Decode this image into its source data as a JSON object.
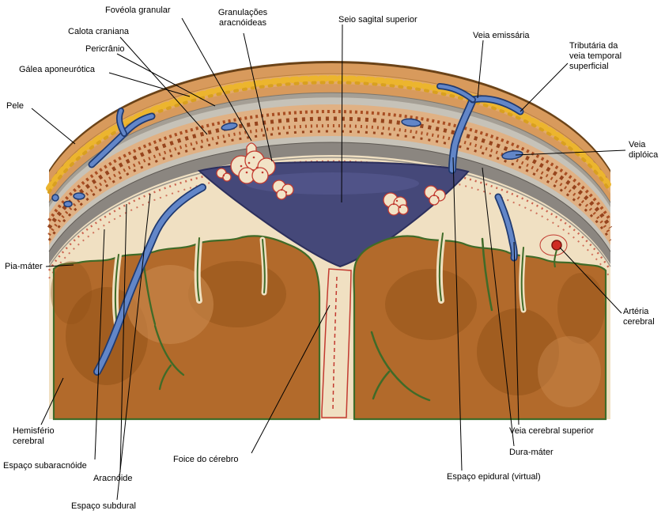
{
  "figure": {
    "description_visible": false
  },
  "palette": {
    "skin_tan": "#d89a5c",
    "fat_yellow": "#ecb52e",
    "bone_gray": "#c6c2b8",
    "diploe_tan": "#e0b184",
    "dura_gray": "#8b8680",
    "sinus_blue": "#454879",
    "vein_blue": "#6286c8",
    "vein_outline": "#1f3a70",
    "csf_cream": "#f0e0c2",
    "brain_brown": "#b26a2b",
    "pia_green": "#3f6b28",
    "vessel_red": "#c23a30",
    "artery_red": "#cf2b24",
    "label_color": "#000000"
  },
  "labels": [
    {
      "id": "foveola-granular",
      "text": "Fovéola granular"
    },
    {
      "id": "calota-craniana",
      "text": "Calota craniana"
    },
    {
      "id": "pericranio",
      "text": "Pericrânio"
    },
    {
      "id": "galea-aponeurotica",
      "text": "Gálea aponeurótica"
    },
    {
      "id": "pele",
      "text": "Pele"
    },
    {
      "id": "granulacoes-aracnoideas",
      "text": "Granulações aracnóideas"
    },
    {
      "id": "seio-sagital-superior",
      "text": "Seio sagital superior"
    },
    {
      "id": "veia-emissaria",
      "text": "Veia emissária"
    },
    {
      "id": "tributaria-veia-temporal",
      "text": "Tributária da veia temporal superficial"
    },
    {
      "id": "veia-diploica",
      "text": "Veia diplóica"
    },
    {
      "id": "arteria-cerebral",
      "text": "Artéria cerebral"
    },
    {
      "id": "pia-mater",
      "text": "Pia-máter"
    },
    {
      "id": "hemisferio-cerebral",
      "text": "Hemisfério cerebral"
    },
    {
      "id": "espaco-subaracnoide",
      "text": "Espaço subaracnóide"
    },
    {
      "id": "aracnoide",
      "text": "Aracnóide"
    },
    {
      "id": "espaco-subdural",
      "text": "Espaço subdural"
    },
    {
      "id": "foice-do-cerebro",
      "text": "Foice do cérebro"
    },
    {
      "id": "veia-cerebral-superior",
      "text": "Veia cerebral superior"
    },
    {
      "id": "dura-mater",
      "text": "Dura-máter"
    },
    {
      "id": "espaco-epidural",
      "text": "Espaço epidural (virtual)"
    }
  ]
}
